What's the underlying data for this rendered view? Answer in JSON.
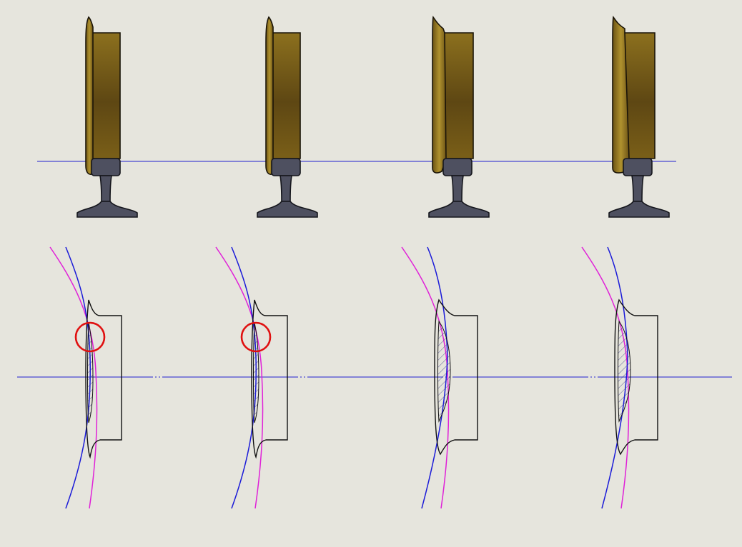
{
  "colors": {
    "background": "#e6e5dd",
    "wheel_light": "#8a6d1c",
    "wheel_dark": "#5a4412",
    "wheel_outline": "#1a1408",
    "rail_fill": "#4e5060",
    "rail_outline": "#15161c",
    "reference_line": "#2020d0",
    "wheel_curve": "#1a1ad8",
    "rail_curve": "#e020d8",
    "profile_outline": "#111111",
    "contact_circle": "#e01010",
    "hatch": "#3a3a8a"
  },
  "diagram": {
    "views": [
      {
        "id": "view-1",
        "wheel_tilt": 0,
        "contact_marked": true
      },
      {
        "id": "view-2",
        "wheel_tilt": 0,
        "contact_marked": true
      },
      {
        "id": "view-3",
        "wheel_tilt": 1,
        "contact_marked": false
      },
      {
        "id": "view-4",
        "wheel_tilt": 2,
        "contact_marked": false
      }
    ]
  }
}
